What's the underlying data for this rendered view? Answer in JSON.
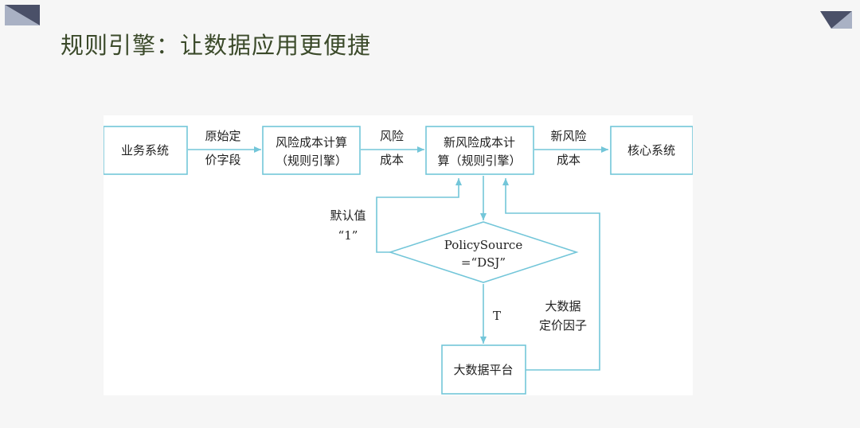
{
  "slide": {
    "title": "规则引擎：让数据应用更便捷"
  },
  "diagram": {
    "nodes": {
      "business_system": "业务系统",
      "risk_cost_calc_1": "风险成本计算",
      "risk_cost_calc_2": "（规则引擎）",
      "new_risk_cost_1": "新风险成本计",
      "new_risk_cost_2": "算（规则引擎）",
      "core_system": "核心系统",
      "decision_1": "PolicySource",
      "decision_2": "=“DSJ”",
      "big_data_platform": "大数据平台"
    },
    "edge_labels": {
      "orig_pricing_1": "原始定",
      "orig_pricing_2": "价字段",
      "risk_cost_1": "风险",
      "risk_cost_2": "成本",
      "new_risk_cost_1": "新风险",
      "new_risk_cost_2": "成本",
      "default_value_1": "默认值",
      "default_value_2": "“1”",
      "true_branch": "T",
      "big_data_factor_1": "大数据",
      "big_data_factor_2": "定价因子"
    }
  },
  "colors": {
    "accent_line": "#73c6d9",
    "title_text": "#3b4a2a",
    "corner_dark": "#4a5068",
    "corner_light": "#a9b1c4"
  }
}
